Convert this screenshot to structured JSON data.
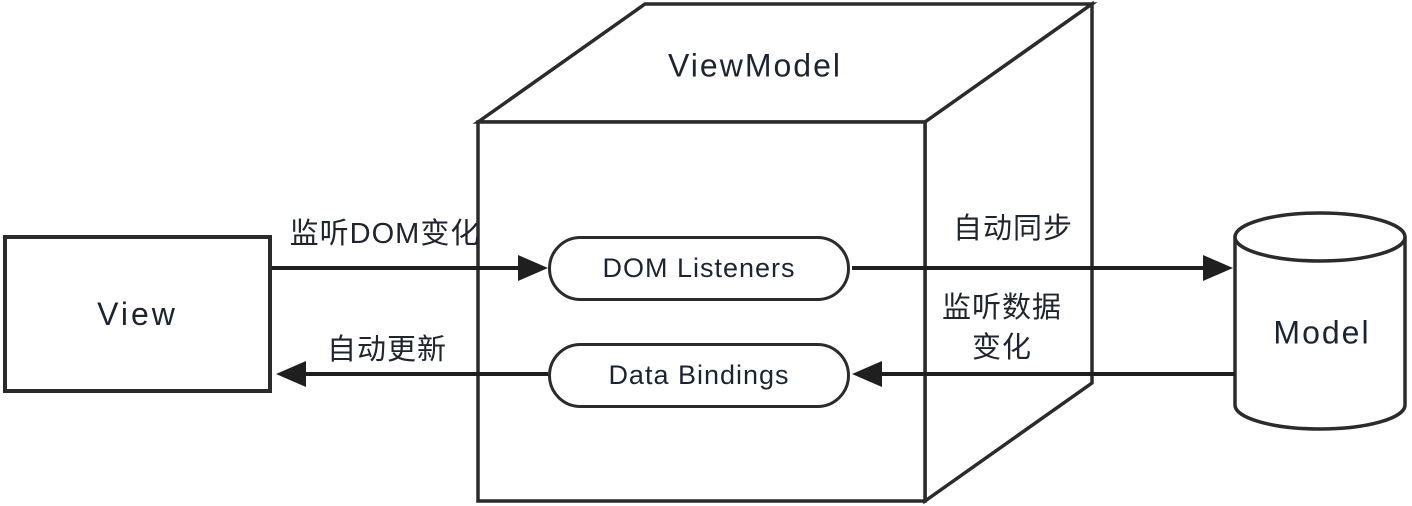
{
  "diagram_type": "architecture-diagram",
  "colors": {
    "background": "#ffffff",
    "shape_stroke": "#2b2b2b",
    "arrow_stroke": "#1f1f1f",
    "text": "#1c2433"
  },
  "nodes": {
    "view": {
      "label": "View",
      "shape": "rectangle"
    },
    "viewmodel": {
      "label": "ViewModel",
      "shape": "cube"
    },
    "dom_listeners": {
      "label": "DOM Listeners",
      "shape": "stadium"
    },
    "data_bindings": {
      "label": "Data Bindings",
      "shape": "stadium"
    },
    "model": {
      "label": "Model",
      "shape": "cylinder"
    }
  },
  "edges": {
    "view_to_dom_listeners": {
      "label": "监听DOM变化",
      "from": "View",
      "to": "DOM Listeners",
      "direction": "right"
    },
    "dom_listeners_to_model": {
      "label": "自动同步",
      "from": "DOM Listeners",
      "to": "Model",
      "direction": "right"
    },
    "model_to_data_bindings": {
      "label": "监听数据变化",
      "from": "Model",
      "to": "Data Bindings",
      "direction": "left"
    },
    "data_bindings_to_view": {
      "label": "自动更新",
      "from": "Data Bindings",
      "to": "View",
      "direction": "left"
    }
  }
}
